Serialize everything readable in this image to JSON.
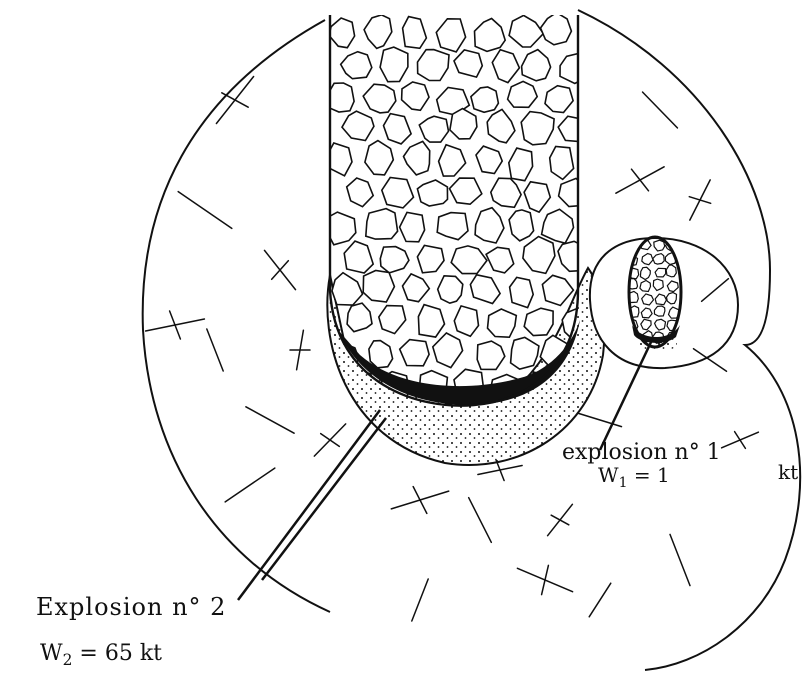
{
  "explosion2": {
    "label": "Explosion n° 2",
    "yield_prefix": "W",
    "yield_sub": "2",
    "yield_suffix": "= 65  kt"
  },
  "explosion1": {
    "label": "explosion n°  1",
    "yield_prefix": "W",
    "yield_sub": "1",
    "yield_suffix": "=  1",
    "unit": "kt"
  },
  "colors": {
    "ink": "#111111",
    "background": "#ffffff"
  }
}
